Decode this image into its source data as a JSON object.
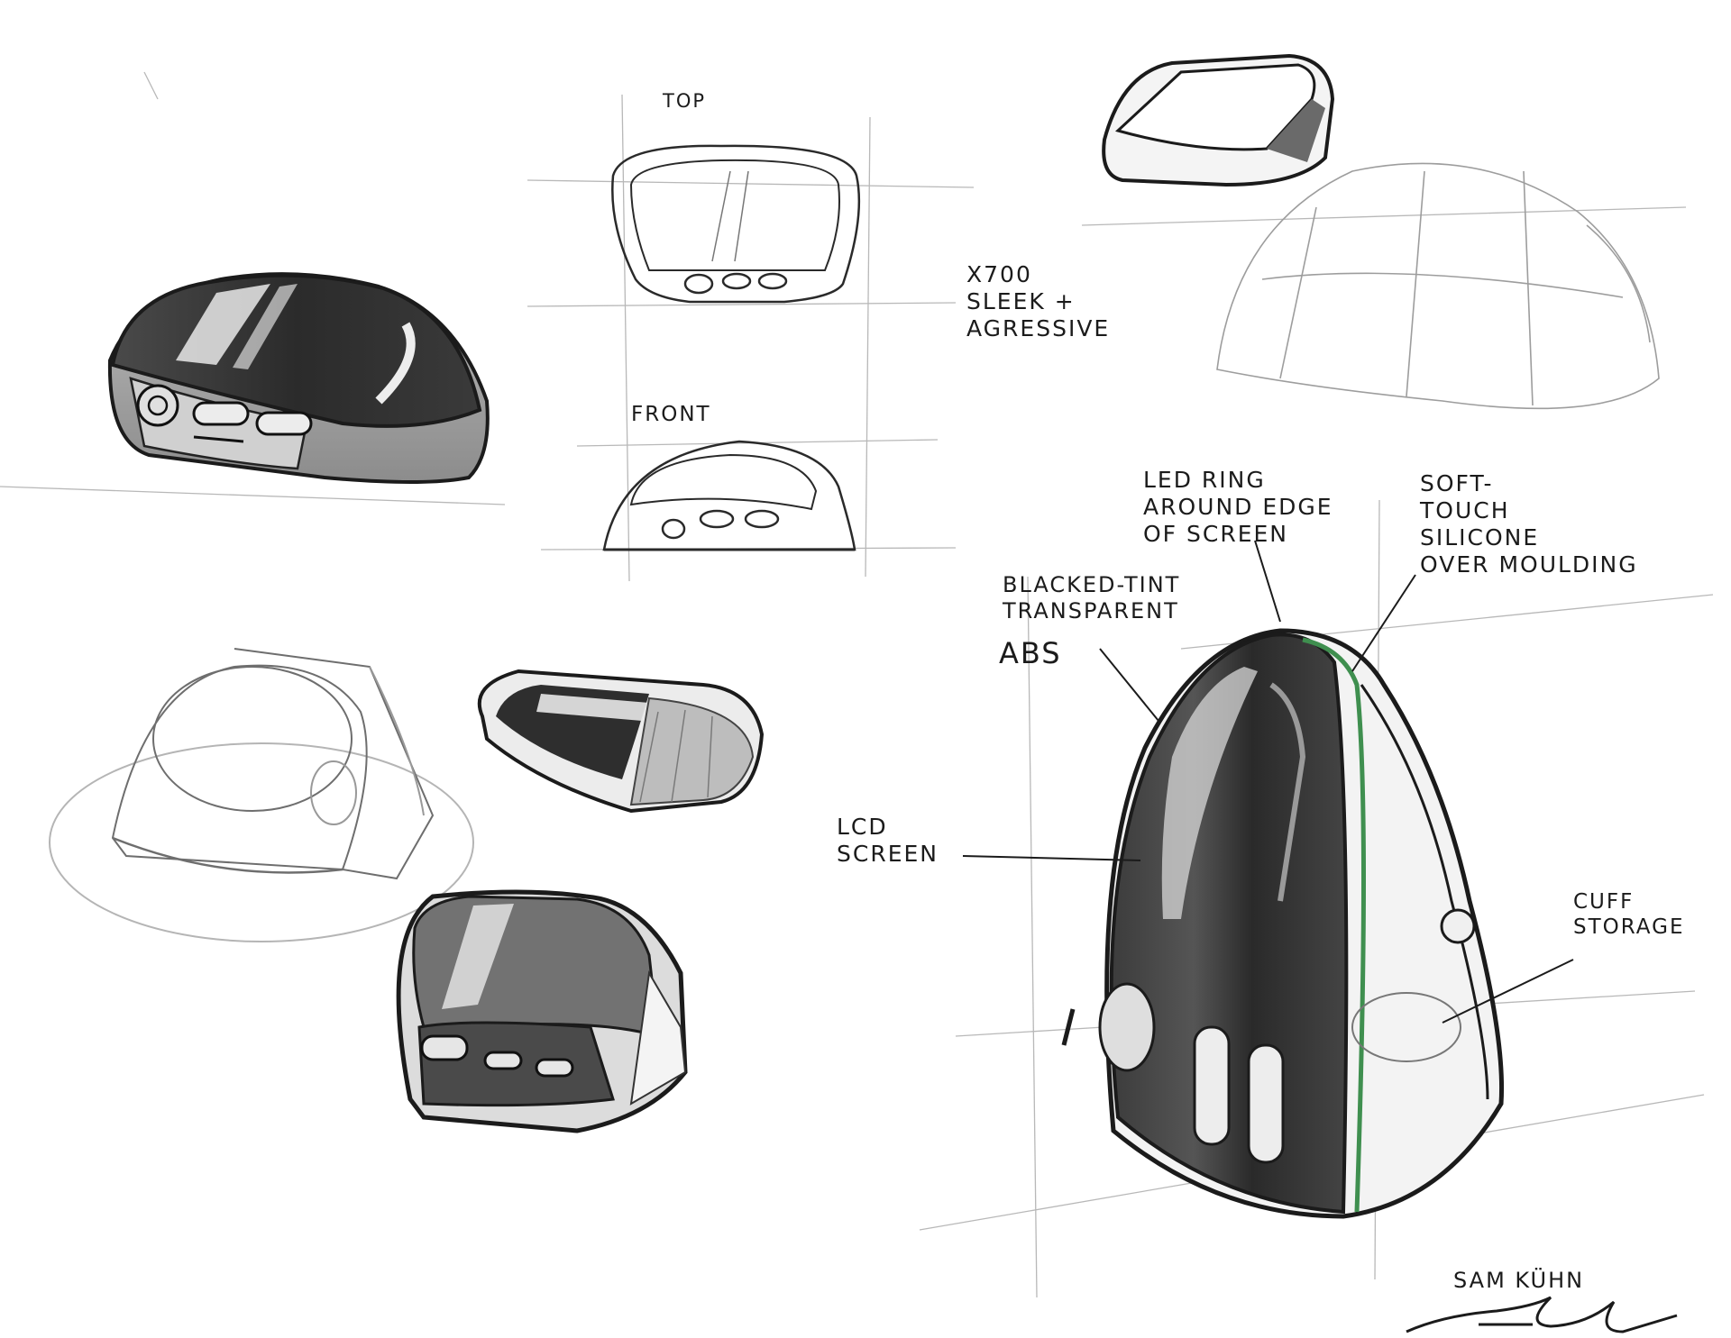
{
  "sheet": {
    "labels": {
      "top": "TOP",
      "front": "FRONT",
      "note": [
        "X700",
        "SLEEK +",
        "AGRESSIVE"
      ],
      "led": [
        "LED RING",
        "AROUND EDGE",
        "OF SCREEN"
      ],
      "soft": [
        "SOFT-",
        "TOUCH",
        "SILICONE",
        "OVER MOULDING"
      ],
      "blacked": [
        "BLACKED-TINT",
        "TRANSPARENT"
      ],
      "abs": "ABS",
      "lcd": [
        "LCD",
        "SCREEN"
      ],
      "cuff": [
        "CUFF",
        "STORAGE"
      ],
      "signature": "SAM KÜHN"
    },
    "colors": {
      "ink": "#1b1b1b",
      "marker_dark": "#3a3a3a",
      "marker_grey": "#9a9a9a",
      "pencil": "#b4b4b4",
      "led_green": "#3f8f4f"
    }
  }
}
